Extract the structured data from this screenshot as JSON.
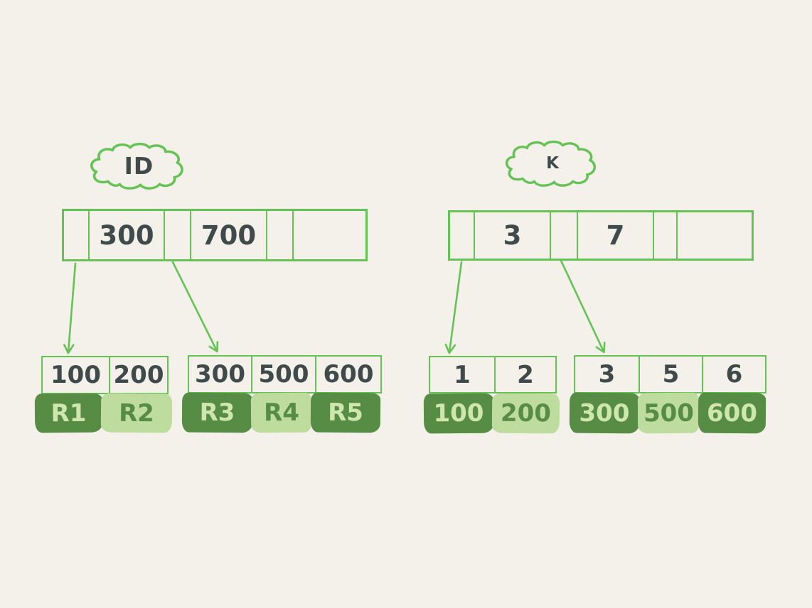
{
  "colors": {
    "background": "#f3f1ea",
    "stroke_green": "#65c355",
    "ink": "#3f4a4a",
    "dark_block_fill": "#568c44",
    "light_block_fill": "#bedc9e",
    "light_block_text": "#cfe7ad"
  },
  "primary_index": {
    "label": "ID",
    "root": {
      "slot1": "300",
      "slot2": "700"
    },
    "leaf1": {
      "keys": [
        "100",
        "200"
      ],
      "rows": [
        "R1",
        "R2"
      ]
    },
    "leaf2": {
      "keys": [
        "300",
        "500",
        "600"
      ],
      "rows": [
        "R3",
        "R4",
        "R5"
      ]
    }
  },
  "secondary_index": {
    "label": "K",
    "root": {
      "slot1": "3",
      "slot2": "7"
    },
    "leaf1": {
      "keys": [
        "1",
        "2"
      ],
      "rows": [
        "100",
        "200"
      ]
    },
    "leaf2": {
      "keys": [
        "3",
        "5",
        "6"
      ],
      "rows": [
        "300",
        "500",
        "600"
      ]
    }
  }
}
